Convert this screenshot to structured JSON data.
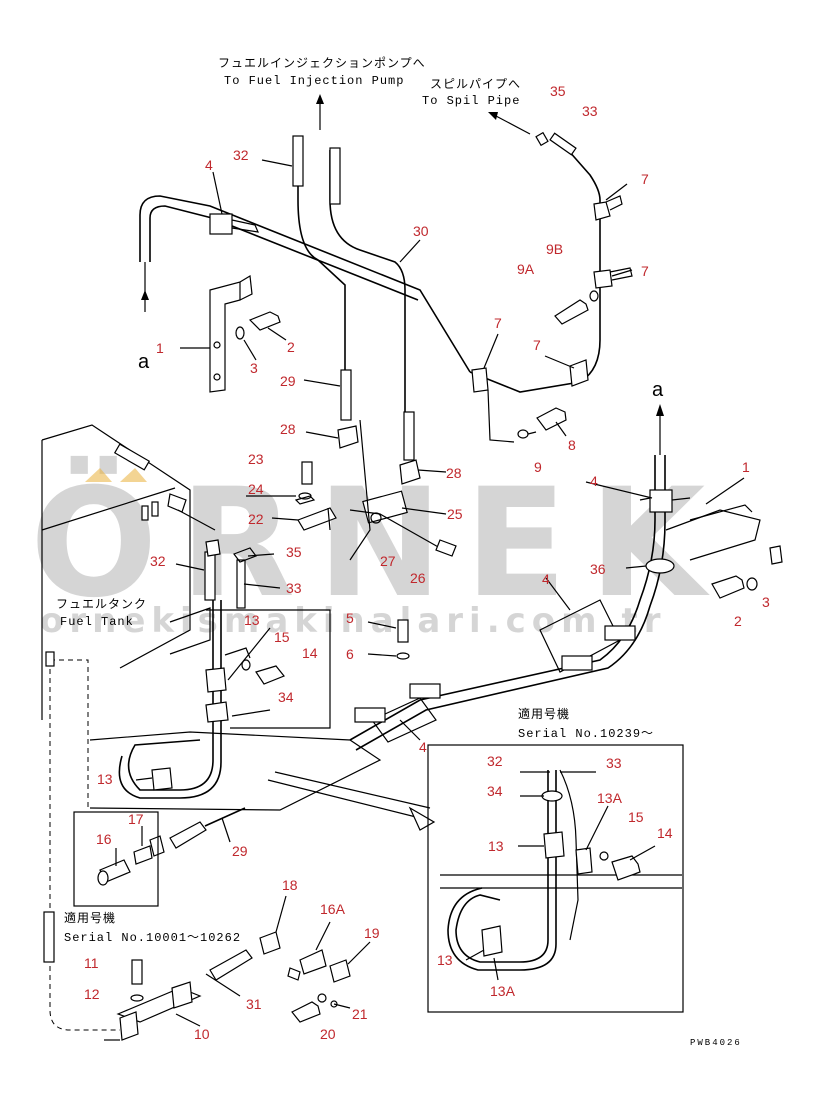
{
  "labels": {
    "fuel_pump_jp": "フュエルインジェクションポンプへ",
    "fuel_pump_en": "To Fuel Injection Pump",
    "spill_jp": "スピルパイプへ",
    "spill_en": "To Spil Pipe",
    "tank_jp": "フュエルタンク",
    "tank_en": "Fuel Tank",
    "serial_a_jp": "適用号機",
    "serial_a_en": "Serial No.10239～",
    "serial_b_jp": "適用号機",
    "serial_b_en": "Serial No.10001～10262",
    "ref_a_left": "a",
    "ref_a_right": "a",
    "drawing_code": "PWB4026"
  },
  "watermark": {
    "brand": "ÖRNEK",
    "url": "ornekismakinalari.com.tr"
  },
  "callouts": [
    {
      "id": "c-35-top",
      "text": "35"
    },
    {
      "id": "c-33-top",
      "text": "33"
    },
    {
      "id": "c-32-top",
      "text": "32"
    },
    {
      "id": "c-4-top",
      "text": "4"
    },
    {
      "id": "c-7-a",
      "text": "7"
    },
    {
      "id": "c-30",
      "text": "30"
    },
    {
      "id": "c-9b",
      "text": "9B"
    },
    {
      "id": "c-9a",
      "text": "9A"
    },
    {
      "id": "c-7-b",
      "text": "7"
    },
    {
      "id": "c-1-left",
      "text": "1"
    },
    {
      "id": "c-2-left",
      "text": "2"
    },
    {
      "id": "c-3-left",
      "text": "3"
    },
    {
      "id": "c-7-c",
      "text": "7"
    },
    {
      "id": "c-7-d",
      "text": "7"
    },
    {
      "id": "c-29-top",
      "text": "29"
    },
    {
      "id": "c-8",
      "text": "8"
    },
    {
      "id": "c-28-a",
      "text": "28"
    },
    {
      "id": "c-9",
      "text": "9"
    },
    {
      "id": "c-23",
      "text": "23"
    },
    {
      "id": "c-28-b",
      "text": "28"
    },
    {
      "id": "c-1-right",
      "text": "1"
    },
    {
      "id": "c-24",
      "text": "24"
    },
    {
      "id": "c-4-right",
      "text": "4"
    },
    {
      "id": "c-22",
      "text": "22"
    },
    {
      "id": "c-25",
      "text": "25"
    },
    {
      "id": "c-32-mid",
      "text": "32"
    },
    {
      "id": "c-35-mid",
      "text": "35"
    },
    {
      "id": "c-27",
      "text": "27"
    },
    {
      "id": "c-26",
      "text": "26"
    },
    {
      "id": "c-36",
      "text": "36"
    },
    {
      "id": "c-4-mid",
      "text": "4"
    },
    {
      "id": "c-33-mid",
      "text": "33"
    },
    {
      "id": "c-3-right",
      "text": "3"
    },
    {
      "id": "c-2-right",
      "text": "2"
    },
    {
      "id": "c-13-a",
      "text": "13"
    },
    {
      "id": "c-5",
      "text": "5"
    },
    {
      "id": "c-15-a",
      "text": "15"
    },
    {
      "id": "c-6",
      "text": "6"
    },
    {
      "id": "c-14-a",
      "text": "14"
    },
    {
      "id": "c-34-a",
      "text": "34"
    },
    {
      "id": "c-4-bot",
      "text": "4"
    },
    {
      "id": "c-32-inset",
      "text": "32"
    },
    {
      "id": "c-33-inset",
      "text": "33"
    },
    {
      "id": "c-34-inset",
      "text": "34"
    },
    {
      "id": "c-13-b",
      "text": "13"
    },
    {
      "id": "c-13a-a",
      "text": "13A"
    },
    {
      "id": "c-15-b",
      "text": "15"
    },
    {
      "id": "c-14-b",
      "text": "14"
    },
    {
      "id": "c-13-c",
      "text": "13"
    },
    {
      "id": "c-17",
      "text": "17"
    },
    {
      "id": "c-16",
      "text": "16"
    },
    {
      "id": "c-29-bot",
      "text": "29"
    },
    {
      "id": "c-13-d",
      "text": "13"
    },
    {
      "id": "c-13a-b",
      "text": "13A"
    },
    {
      "id": "c-18",
      "text": "18"
    },
    {
      "id": "c-16a",
      "text": "16A"
    },
    {
      "id": "c-19",
      "text": "19"
    },
    {
      "id": "c-11",
      "text": "11"
    },
    {
      "id": "c-12",
      "text": "12"
    },
    {
      "id": "c-31",
      "text": "31"
    },
    {
      "id": "c-21",
      "text": "21"
    },
    {
      "id": "c-10",
      "text": "10"
    },
    {
      "id": "c-20",
      "text": "20"
    }
  ]
}
